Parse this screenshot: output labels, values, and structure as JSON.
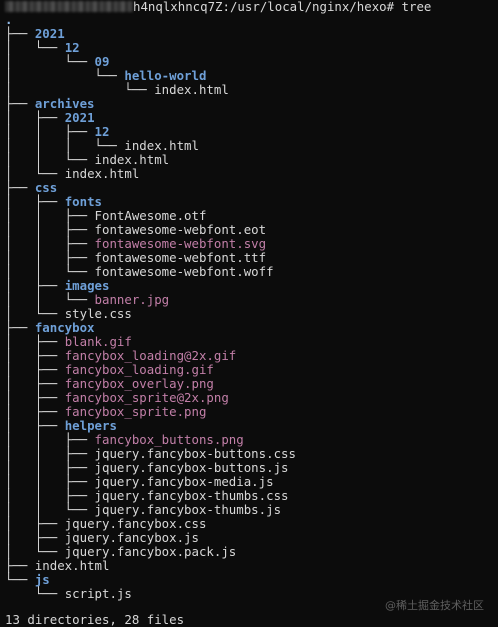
{
  "terminal": {
    "prompt_suffix": "h4nqlxhncq7Z:/usr/local/nginx/hexo# tree",
    "root": ".",
    "summary": "13 directories, 28 files",
    "watermark": "@稀土掘金技术社区"
  },
  "tree": [
    {
      "prefix": "├── ",
      "name": "2021",
      "kind": "dir"
    },
    {
      "prefix": "│   └── ",
      "name": "12",
      "kind": "dir"
    },
    {
      "prefix": "│       └── ",
      "name": "09",
      "kind": "dir"
    },
    {
      "prefix": "│           └── ",
      "name": "hello-world",
      "kind": "dir"
    },
    {
      "prefix": "│               └── ",
      "name": "index.html",
      "kind": "file"
    },
    {
      "prefix": "├── ",
      "name": "archives",
      "kind": "dir"
    },
    {
      "prefix": "│   ├── ",
      "name": "2021",
      "kind": "dir"
    },
    {
      "prefix": "│   │   ├── ",
      "name": "12",
      "kind": "dir"
    },
    {
      "prefix": "│   │   │   └── ",
      "name": "index.html",
      "kind": "file"
    },
    {
      "prefix": "│   │   └── ",
      "name": "index.html",
      "kind": "file"
    },
    {
      "prefix": "│   └── ",
      "name": "index.html",
      "kind": "file"
    },
    {
      "prefix": "├── ",
      "name": "css",
      "kind": "dir"
    },
    {
      "prefix": "│   ├── ",
      "name": "fonts",
      "kind": "dir"
    },
    {
      "prefix": "│   │   ├── ",
      "name": "FontAwesome.otf",
      "kind": "file"
    },
    {
      "prefix": "│   │   ├── ",
      "name": "fontawesome-webfont.eot",
      "kind": "file"
    },
    {
      "prefix": "│   │   ├── ",
      "name": "fontawesome-webfont.svg",
      "kind": "img"
    },
    {
      "prefix": "│   │   ├── ",
      "name": "fontawesome-webfont.ttf",
      "kind": "file"
    },
    {
      "prefix": "│   │   └── ",
      "name": "fontawesome-webfont.woff",
      "kind": "file"
    },
    {
      "prefix": "│   ├── ",
      "name": "images",
      "kind": "dir"
    },
    {
      "prefix": "│   │   └── ",
      "name": "banner.jpg",
      "kind": "img"
    },
    {
      "prefix": "│   └── ",
      "name": "style.css",
      "kind": "file"
    },
    {
      "prefix": "├── ",
      "name": "fancybox",
      "kind": "dir"
    },
    {
      "prefix": "│   ├── ",
      "name": "blank.gif",
      "kind": "img"
    },
    {
      "prefix": "│   ├── ",
      "name": "fancybox_loading@2x.gif",
      "kind": "img"
    },
    {
      "prefix": "│   ├── ",
      "name": "fancybox_loading.gif",
      "kind": "img"
    },
    {
      "prefix": "│   ├── ",
      "name": "fancybox_overlay.png",
      "kind": "img"
    },
    {
      "prefix": "│   ├── ",
      "name": "fancybox_sprite@2x.png",
      "kind": "img"
    },
    {
      "prefix": "│   ├── ",
      "name": "fancybox_sprite.png",
      "kind": "img"
    },
    {
      "prefix": "│   ├── ",
      "name": "helpers",
      "kind": "dir"
    },
    {
      "prefix": "│   │   ├── ",
      "name": "fancybox_buttons.png",
      "kind": "img"
    },
    {
      "prefix": "│   │   ├── ",
      "name": "jquery.fancybox-buttons.css",
      "kind": "file"
    },
    {
      "prefix": "│   │   ├── ",
      "name": "jquery.fancybox-buttons.js",
      "kind": "file"
    },
    {
      "prefix": "│   │   ├── ",
      "name": "jquery.fancybox-media.js",
      "kind": "file"
    },
    {
      "prefix": "│   │   ├── ",
      "name": "jquery.fancybox-thumbs.css",
      "kind": "file"
    },
    {
      "prefix": "│   │   └── ",
      "name": "jquery.fancybox-thumbs.js",
      "kind": "file"
    },
    {
      "prefix": "│   ├── ",
      "name": "jquery.fancybox.css",
      "kind": "file"
    },
    {
      "prefix": "│   ├── ",
      "name": "jquery.fancybox.js",
      "kind": "file"
    },
    {
      "prefix": "│   └── ",
      "name": "jquery.fancybox.pack.js",
      "kind": "file"
    },
    {
      "prefix": "├── ",
      "name": "index.html",
      "kind": "file"
    },
    {
      "prefix": "└── ",
      "name": "js",
      "kind": "dir"
    },
    {
      "prefix": "    └── ",
      "name": "script.js",
      "kind": "file"
    }
  ],
  "colors": {
    "background": "#0c0c0c",
    "text": "#d8d8d8",
    "directory": "#6fa0d8",
    "image_file": "#c27fa8"
  }
}
